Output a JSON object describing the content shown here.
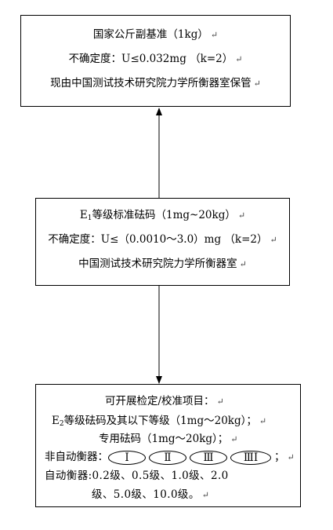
{
  "box1": {
    "line1": "国家公斤副基准（1kg）",
    "line2": "不确定度：U≤0.032mg （k=2）",
    "line3": "现由中国测试技术研究院力学所衡器室保管"
  },
  "box2": {
    "line1_prefix": "E",
    "line1_sub": "1",
    "line1_rest": "等级标准砝码（1mg~20kg）",
    "line2": "不确定度：U≤（0.0010～3.0）mg （k=2）",
    "line3": "中国测试技术研究院力学所衡器室"
  },
  "box3": {
    "line1": "可开展检定/校准项目：",
    "line2_prefix": "E",
    "line2_sub": "2",
    "line2_rest": "等级砝码及其以下等级（1mg～20kg）；",
    "line3": "专用砝码（1mg～20kg）；",
    "line4_label": "非自动衡器：",
    "classes": [
      "Ⅰ",
      "Ⅱ",
      "Ⅲ",
      "ⅢⅠ"
    ],
    "line4_end": "；",
    "line5": "自动衡器:0.2级、0.5级、1.0级、2.0",
    "line6": "级、5.0级、10.0级。"
  },
  "marks": {
    "paragraph": "↵"
  }
}
